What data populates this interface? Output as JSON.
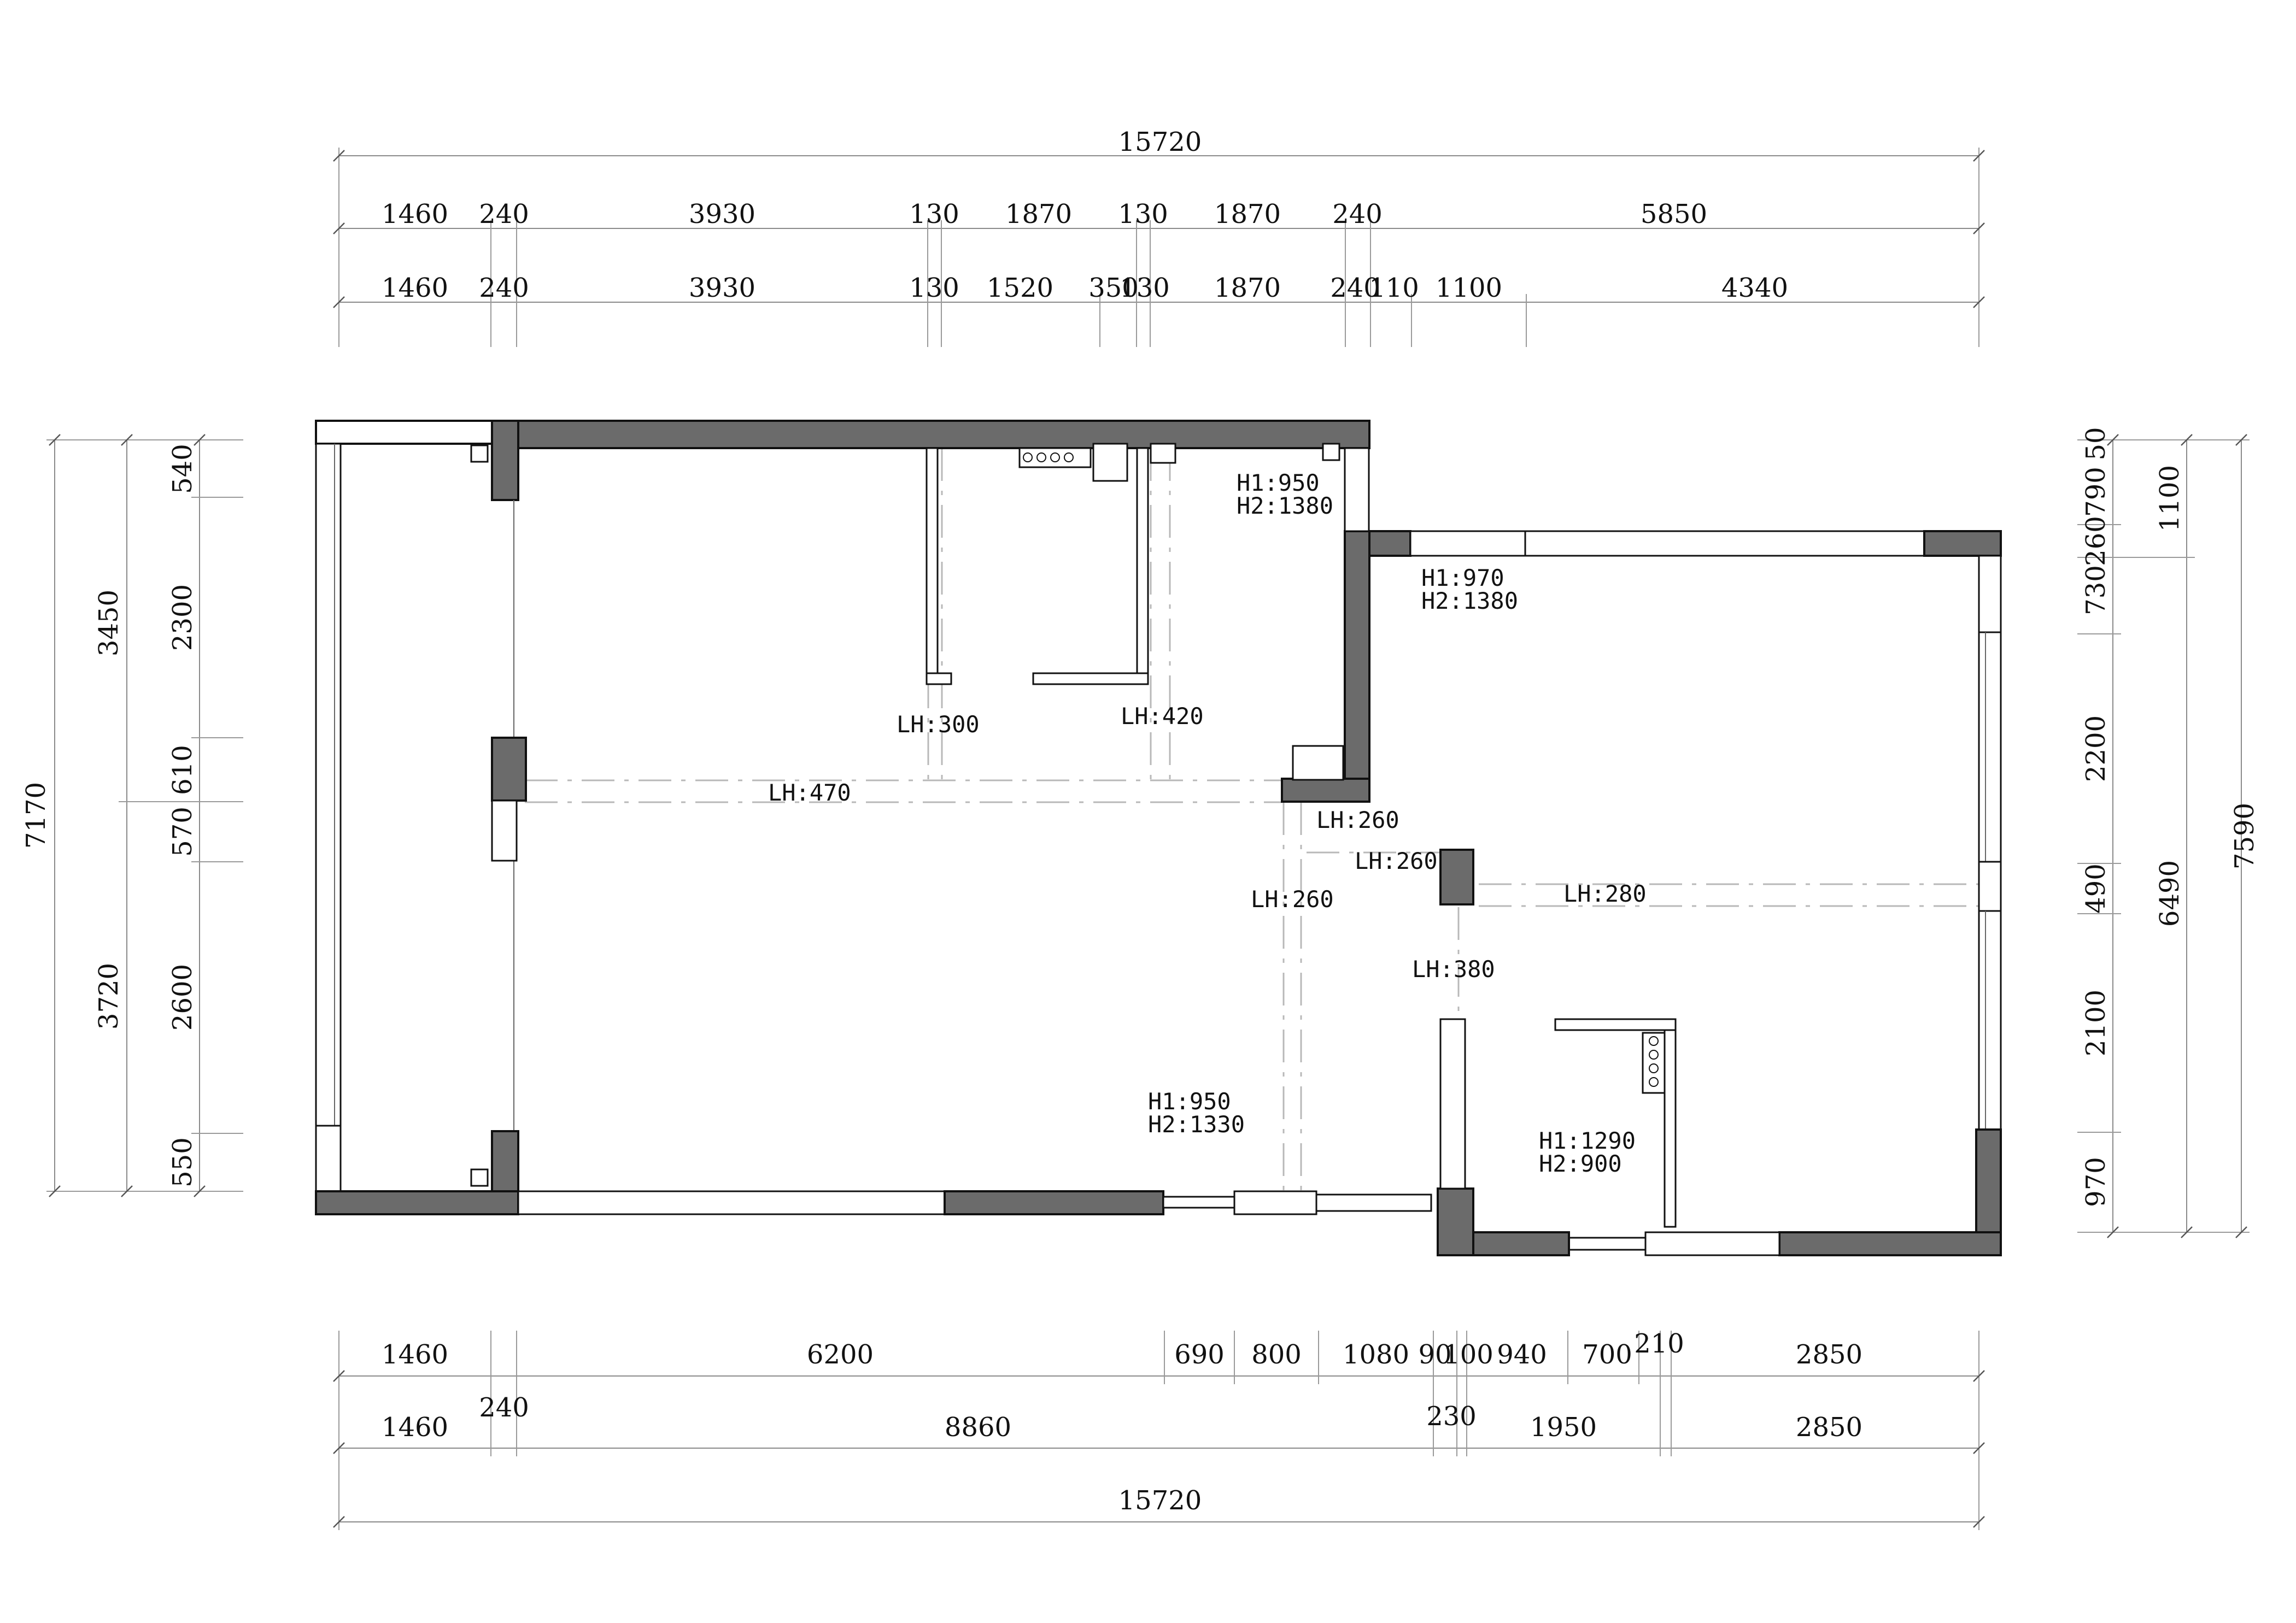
{
  "colors": {
    "wall_fill": "#6b6b6b",
    "line": "#111111",
    "dim_line": "#8a8a8a",
    "hidden_line": "#b8b8b8"
  },
  "dimensions": {
    "top_total": "15720",
    "top_row1": [
      "1460",
      "240",
      "3930",
      "130",
      "1870",
      "130",
      "1870",
      "240",
      "5850"
    ],
    "top_row2": [
      "1460",
      "240",
      "3930",
      "130",
      "1520",
      "350",
      "130",
      "1870",
      "240",
      "110",
      "1100",
      "4340"
    ],
    "bottom_row1": [
      "1460",
      "6200",
      "690",
      "800",
      "1080",
      "90",
      "100",
      "940",
      "700",
      "210",
      "2850"
    ],
    "bottom_row2": [
      "1460",
      "240",
      "8860",
      "230",
      "1950",
      "2850"
    ],
    "bottom_total": "15720",
    "left_total": "7170",
    "left_mid": [
      "3450",
      "3720"
    ],
    "left_inner": [
      "540",
      "2300",
      "610",
      "570",
      "2600",
      "550"
    ],
    "right_outer": "7590",
    "right_mid": [
      "1100",
      "6490"
    ],
    "right_inner": [
      "50",
      "790",
      "260",
      "730",
      "2200",
      "490",
      "2100",
      "970"
    ]
  },
  "annotations": {
    "h_a1": "H1:950",
    "h_a2": "H2:1380",
    "h_b1": "H1:970",
    "h_b2": "H2:1380",
    "h_c1": "H1:950",
    "h_c2": "H2:1330",
    "h_d1": "H1:1290",
    "h_d2": "H2:900",
    "lh_300": "LH:300",
    "lh_420": "LH:420",
    "lh_470": "LH:470",
    "lh_260a": "LH:260",
    "lh_260b": "LH:260",
    "lh_260c": "LH:260",
    "lh_280": "LH:280",
    "lh_380": "LH:380"
  }
}
